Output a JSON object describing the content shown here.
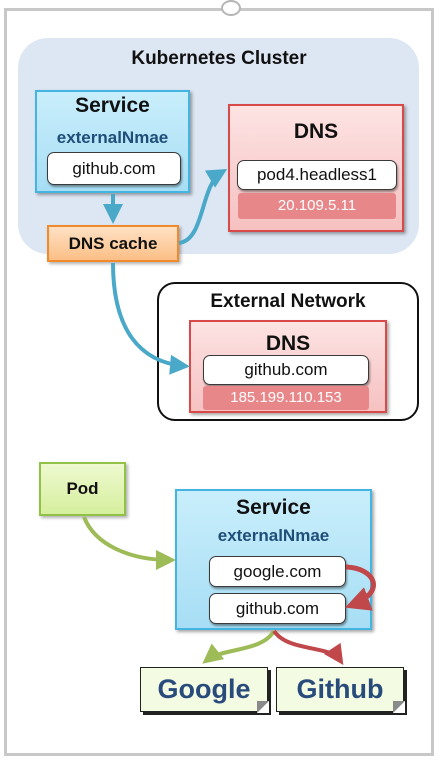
{
  "cluster": {
    "title": "Kubernetes Cluster"
  },
  "top_service": {
    "title": "Service",
    "subtitle": "externalNmae",
    "entry": "github.com"
  },
  "cluster_dns": {
    "title": "DNS",
    "entry": "pod4.headless1",
    "ip": "20.109.5.11"
  },
  "dns_cache": {
    "label": "DNS cache"
  },
  "external_network": {
    "title": "External Network",
    "dns_title": "DNS",
    "entry": "github.com",
    "ip": "185.199.110.153"
  },
  "pod": {
    "label": "Pod"
  },
  "bottom_service": {
    "title": "Service",
    "subtitle": "externalNmae",
    "entries": [
      "google.com",
      "github.com"
    ]
  },
  "targets": {
    "google": "Google",
    "github": "Github"
  },
  "colors": {
    "service_fill": "#a7def5",
    "dns_fill": "#f6c1c1",
    "cache_fill": "#fbbf86",
    "pod_fill": "#d6ef9e",
    "arrow_blue": "#4aa8c8",
    "arrow_green": "#9dbb56",
    "arrow_red": "#c0474a",
    "note_text": "#284b7c"
  }
}
